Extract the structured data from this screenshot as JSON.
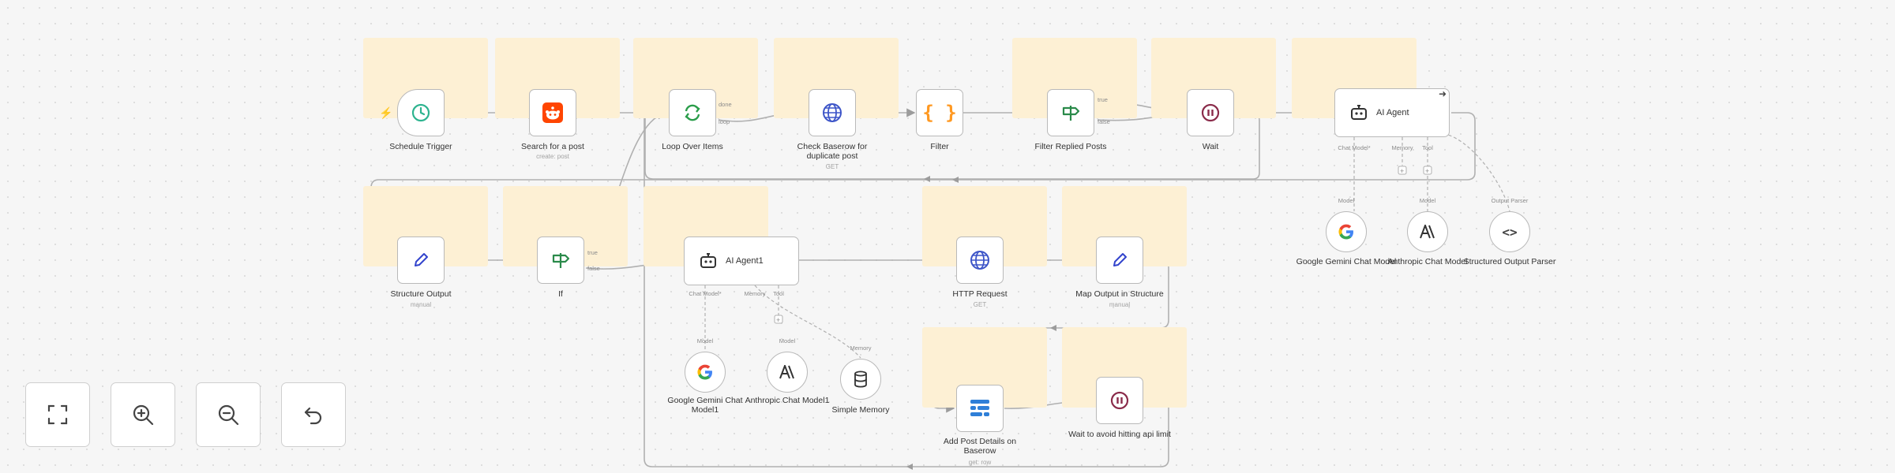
{
  "nodes": {
    "schedule_trigger": {
      "label": "Schedule Trigger"
    },
    "search_post": {
      "label": "Search for a post",
      "sub": "create: post"
    },
    "loop_items": {
      "label": "Loop Over Items",
      "port_done": "done",
      "port_loop": "loop"
    },
    "check_baserow": {
      "label": "Check Baserow for duplicate post",
      "sub": "GET"
    },
    "filter": {
      "label": "Filter"
    },
    "filter_replied": {
      "label": "Filter Replied Posts",
      "port_true": "true",
      "port_false": "false"
    },
    "wait": {
      "label": "Wait"
    },
    "ai_agent": {
      "label": "AI Agent",
      "port_chat": "Chat Model*",
      "port_memory": "Memory",
      "port_tool": "Tool"
    },
    "gemini_model": {
      "label": "Google Gemini Chat Model",
      "port": "Model"
    },
    "anthropic_model": {
      "label": "Anthropic Chat Model",
      "port": "Model"
    },
    "structured_parser": {
      "label": "Structured Output Parser",
      "port": "Output Parser"
    },
    "structure_output": {
      "label": "Structure Output",
      "sub": "manual"
    },
    "if_node": {
      "label": "If",
      "port_true": "true",
      "port_false": "false"
    },
    "ai_agent1": {
      "label": "AI Agent1",
      "port_chat": "Chat Model*",
      "port_memory": "Memory",
      "port_tool": "Tool"
    },
    "gemini_model1": {
      "label": "Google Gemini Chat Model1",
      "port": "Model"
    },
    "anthropic_model1": {
      "label": "Anthropic Chat Model1",
      "port": "Model"
    },
    "simple_memory": {
      "label": "Simple Memory",
      "port": "Memory"
    },
    "http_request": {
      "label": "HTTP Request",
      "sub": "GET"
    },
    "map_output": {
      "label": "Map Output in Structure",
      "sub": "manual"
    },
    "add_post_details": {
      "label": "Add Post Details on Baserow",
      "sub": "get: row"
    },
    "wait_api": {
      "label": "Wait to avoid hitting api limit"
    }
  },
  "controls": {
    "fit": "fit-view-icon",
    "zoom_in": "zoom-in-icon",
    "zoom_out": "zoom-out-icon",
    "undo": "undo-icon"
  },
  "colors": {
    "sticky": "#fdf0d4",
    "node_border": "#b9b9b9",
    "connection": "#b0b0b0",
    "trigger_green": "#2db38f",
    "reddit_orange": "#ff4500",
    "loop_green": "#2a9d4a",
    "http_blue": "#3d55c8",
    "filter_green": "#2a8a4a",
    "wait_maroon": "#8a2b4a",
    "edit_blue": "#3344cc",
    "accent_red": "#ff6d5a"
  }
}
